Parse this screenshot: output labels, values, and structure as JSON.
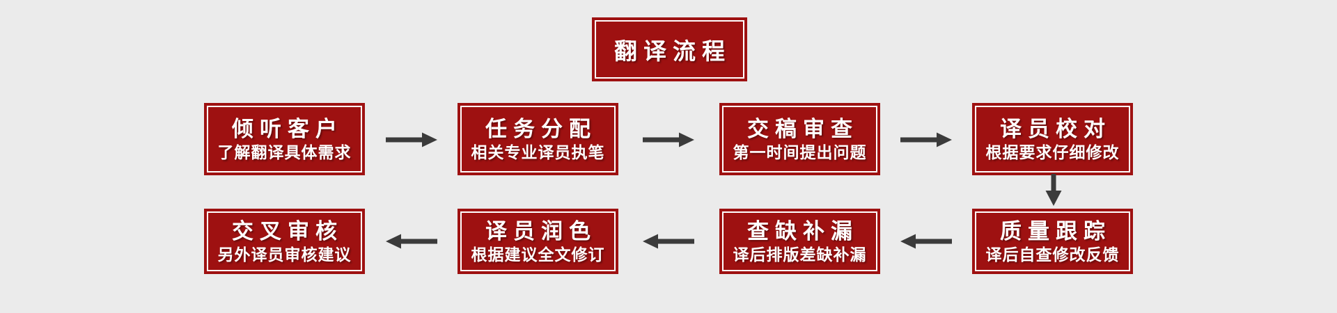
{
  "diagram": {
    "title": "翻译流程"
  },
  "steps": [
    {
      "title": "倾听客户",
      "subtitle": "了解翻译具体需求"
    },
    {
      "title": "任务分配",
      "subtitle": "相关专业译员执笔"
    },
    {
      "title": "交稿审查",
      "subtitle": "第一时间提出问题"
    },
    {
      "title": "译员校对",
      "subtitle": "根据要求仔细修改"
    },
    {
      "title": "质量跟踪",
      "subtitle": "译后自查修改反馈"
    },
    {
      "title": "查缺补漏",
      "subtitle": "译后排版差缺补漏"
    },
    {
      "title": "译员润色",
      "subtitle": "根据建议全文修订"
    },
    {
      "title": "交叉审核",
      "subtitle": "另外译员审核建议"
    }
  ],
  "colors": {
    "box_red": "#9E1111",
    "arrow_gray": "#3B3B3B",
    "bg_gray": "#EBEBEB",
    "text_white": "#FFFFFF"
  }
}
